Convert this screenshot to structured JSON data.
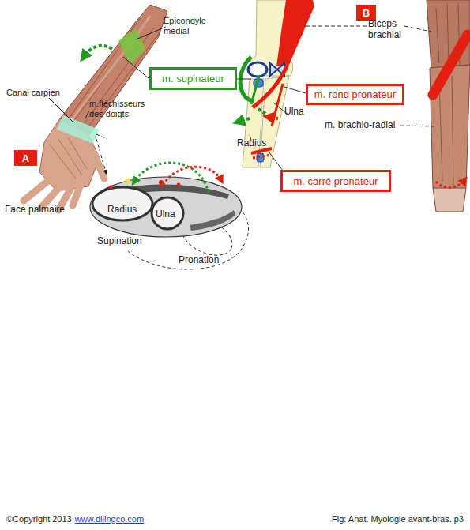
{
  "diagram": {
    "caption": "Fig: Anat. Myologie avant-bras. p3",
    "nodes": [
      {
        "text": [
          "B"
        ]
      },
      {
        "text": [
          "m. supinateur"
        ]
      },
      {
        "text": [
          "m. rond pronateur"
        ]
      },
      {
        "text": [
          "A"
        ]
      },
      {
        "text": [
          "m. carré pronateur"
        ]
      }
    ],
    "labels": [
      "Épicondyle médial",
      "Biceps brachial",
      "Canal carpien",
      "m.fléchisseurs des doigts",
      "Ulna",
      "m. brachio-radial",
      "Radius",
      "Face palmaire",
      "Radius",
      "Ulna",
      "Supination",
      "Pronation",
      "©Copyright 2013",
      "www.dilingco.com"
    ]
  }
}
